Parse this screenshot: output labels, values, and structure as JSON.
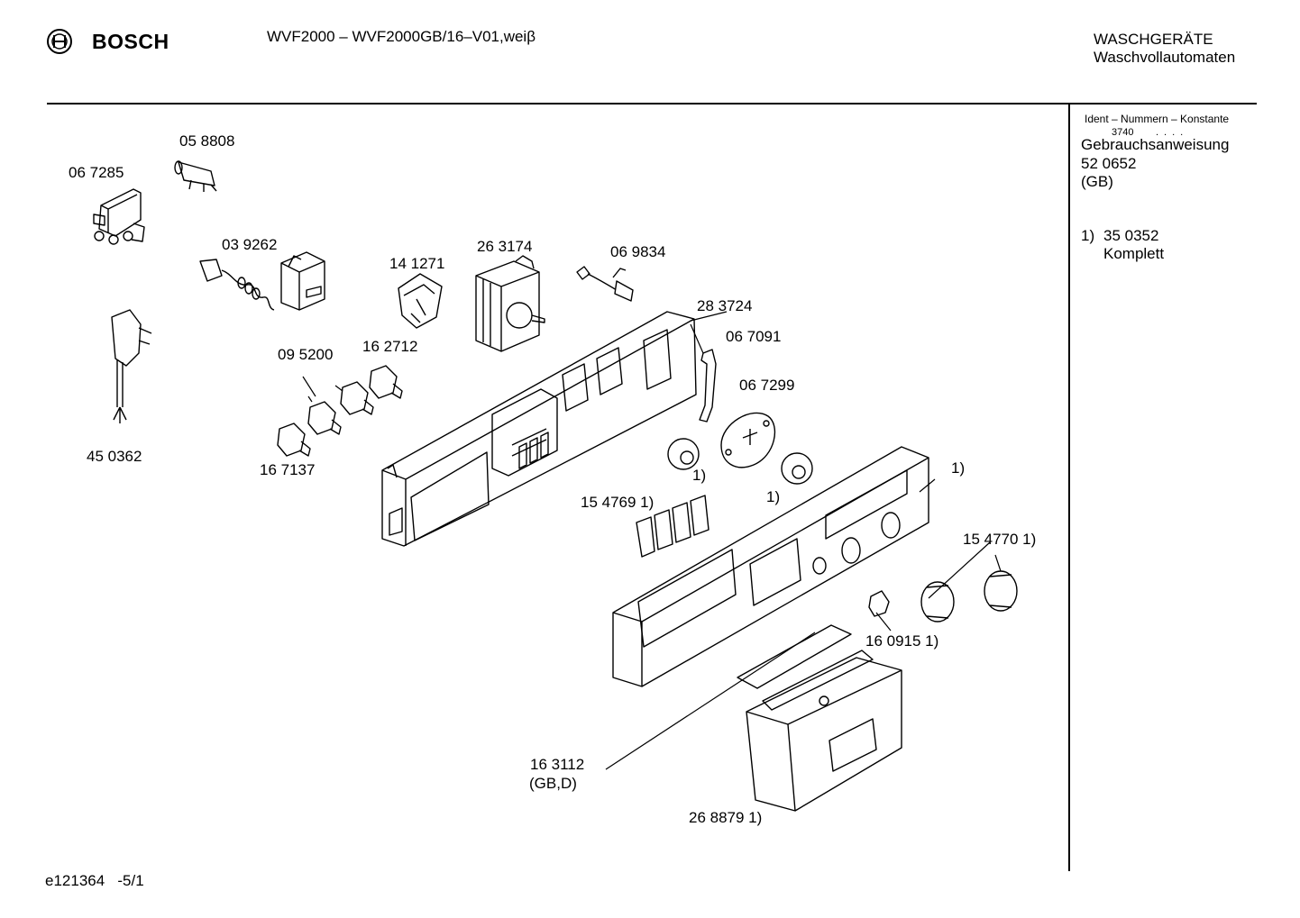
{
  "header": {
    "brand": "BOSCH",
    "model": "WVF2000 – WVF2000GB/16–V01,weiβ",
    "category_line1": "WASCHGERÄTE",
    "category_line2": "Waschvollautomaten"
  },
  "sidebar": {
    "ident_title": "Ident – Nummern – Konstante",
    "ident_number": "3740",
    "ident_dots": "....",
    "manual_label": "Gebrauchsanweisung",
    "manual_number": "52 0652",
    "manual_region": "(GB)",
    "note_marker": "1)",
    "note_number": "35 0352",
    "note_text": "Komplett"
  },
  "parts": {
    "p058808": "05 8808",
    "p067285": "06 7285",
    "p039262": "03 9262",
    "p141271": "14 1271",
    "p263174": "26 3174",
    "p069834": "06 9834",
    "p283724": "28 3724",
    "p067091": "06 7091",
    "p067299": "06 7299",
    "p095200": "09 5200",
    "p162712": "16 2712",
    "p450362": "45 0362",
    "p167137": "16 7137",
    "note_a": "1)",
    "note_b": "1)",
    "note_c": "1)",
    "p154769": "15 4769 1)",
    "p154770": "15 4770 1)",
    "p160915": "16 0915 1)",
    "p163112": "16 3112",
    "p163112_region": "(GB,D)",
    "p268879": "26 8879 1)"
  },
  "footer": {
    "code": "e121364   -5/1"
  }
}
